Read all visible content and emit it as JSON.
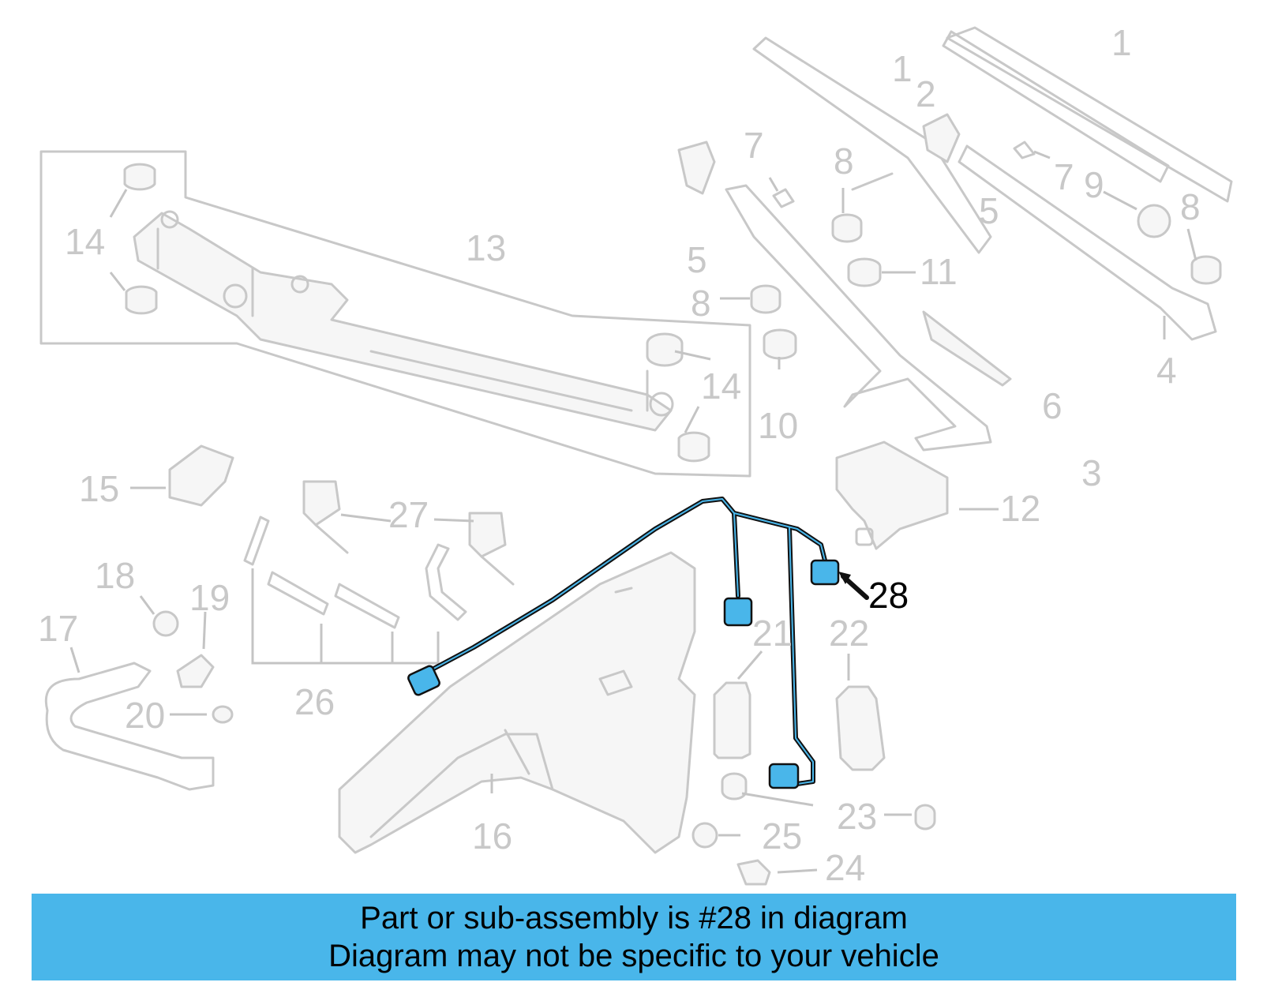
{
  "colors": {
    "highlight": "#49b6ea",
    "ghost": "#c8c8c8",
    "banner_background": "#49b6ea"
  },
  "callouts": {
    "c1a": "1",
    "c1b": "1",
    "c2": "2",
    "c3": "3",
    "c4": "4",
    "c5a": "5",
    "c5b": "5",
    "c6": "6",
    "c7a": "7",
    "c7b": "7",
    "c8a": "8",
    "c8b": "8",
    "c8c": "8",
    "c9": "9",
    "c10": "10",
    "c11": "11",
    "c12": "12",
    "c13": "13",
    "c14a": "14",
    "c14b": "14",
    "c15": "15",
    "c16": "16",
    "c17": "17",
    "c18": "18",
    "c19": "19",
    "c20": "20",
    "c21": "21",
    "c22": "22",
    "c23": "23",
    "c24": "24",
    "c25": "25",
    "c26": "26",
    "c27": "27",
    "c28": "28"
  },
  "highlighted_part": "28",
  "banner": {
    "line1": "Part or sub-assembly is #28 in diagram",
    "line2": "Diagram may not be specific to your vehicle"
  }
}
